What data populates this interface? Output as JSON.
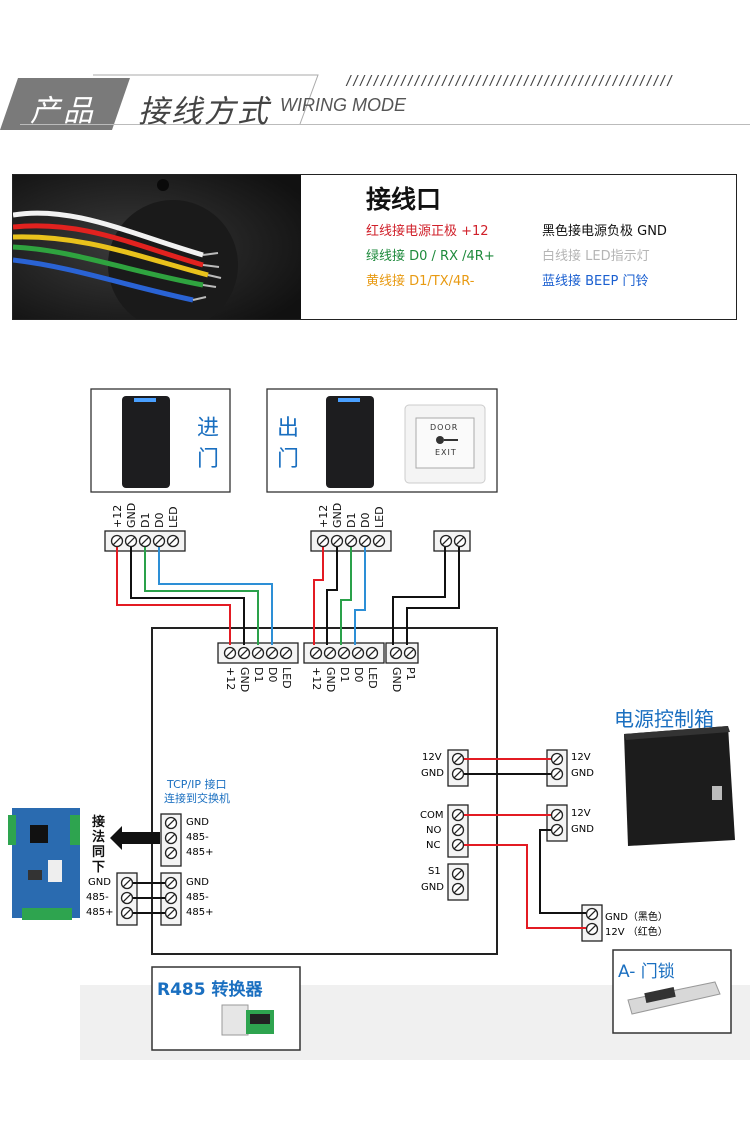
{
  "header": {
    "tab": "产品",
    "title": "接线方式",
    "subtitle": "WIRING MODE",
    "slashes": "////////////////////////////////////////////////"
  },
  "wiring_port": {
    "title": "接线口",
    "lines": [
      {
        "text": "红线接电源正极 +12",
        "color": "#d0202a"
      },
      {
        "text": "黑色接电源负极 GND",
        "color": "#111111"
      },
      {
        "text": "绿线接 D0 / RX /4R+",
        "color": "#1e8a3c"
      },
      {
        "text": "白线接 LED指示灯",
        "color": "#b5b5b5"
      },
      {
        "text": "黄线接 D1/TX/4R-",
        "color": "#e89a12"
      },
      {
        "text": "蓝线接 BEEP 门铃",
        "color": "#1a5fd0"
      }
    ]
  },
  "diagram": {
    "entry_box": {
      "label_1": "进",
      "label_2": "门"
    },
    "exit_box": {
      "label_1": "出",
      "label_2": "门"
    },
    "exit_button": {
      "line1": "DOOR",
      "line2": "EXIT"
    },
    "reader_pins": [
      "+12",
      "GND",
      "D1",
      "D0",
      "LED"
    ],
    "controller_pins_left": [
      "+12",
      "GND",
      "D1",
      "D0",
      "LED"
    ],
    "controller_pins_mid": [
      "+12",
      "GND",
      "D1",
      "D0",
      "LED"
    ],
    "controller_pins_button": [
      "GND",
      "P1"
    ],
    "power_terms": [
      "12V",
      "GND"
    ],
    "relay_terms": [
      "COM",
      "NO",
      "NC"
    ],
    "sensor_terms": [
      "S1",
      "GND"
    ],
    "tcp_title": "TCP/IP 接口",
    "tcp_sub": "连接到交换机",
    "rs485_terms": [
      "GND",
      "485-",
      "485+"
    ],
    "rs485_terms_2": [
      "GND",
      "485-",
      "485+"
    ],
    "left_board_terms": [
      "GND",
      "485-",
      "485+"
    ],
    "arrow_text": [
      "接",
      "法",
      "同",
      "下"
    ],
    "power_box_title": "电源控制箱",
    "psu_terms_1": [
      "12V",
      "GND"
    ],
    "psu_terms_2": [
      "12V",
      "GND"
    ],
    "lock_terms": [
      "GND（黑色）",
      "12V （红色）"
    ],
    "lock_title": "A- 门锁",
    "converter_title": "R485 转换器"
  },
  "colors": {
    "red": "#e31b23",
    "black": "#111111",
    "green": "#2aa14a",
    "blue": "#2d8fd6",
    "accent_blue": "#1a6fc0"
  }
}
